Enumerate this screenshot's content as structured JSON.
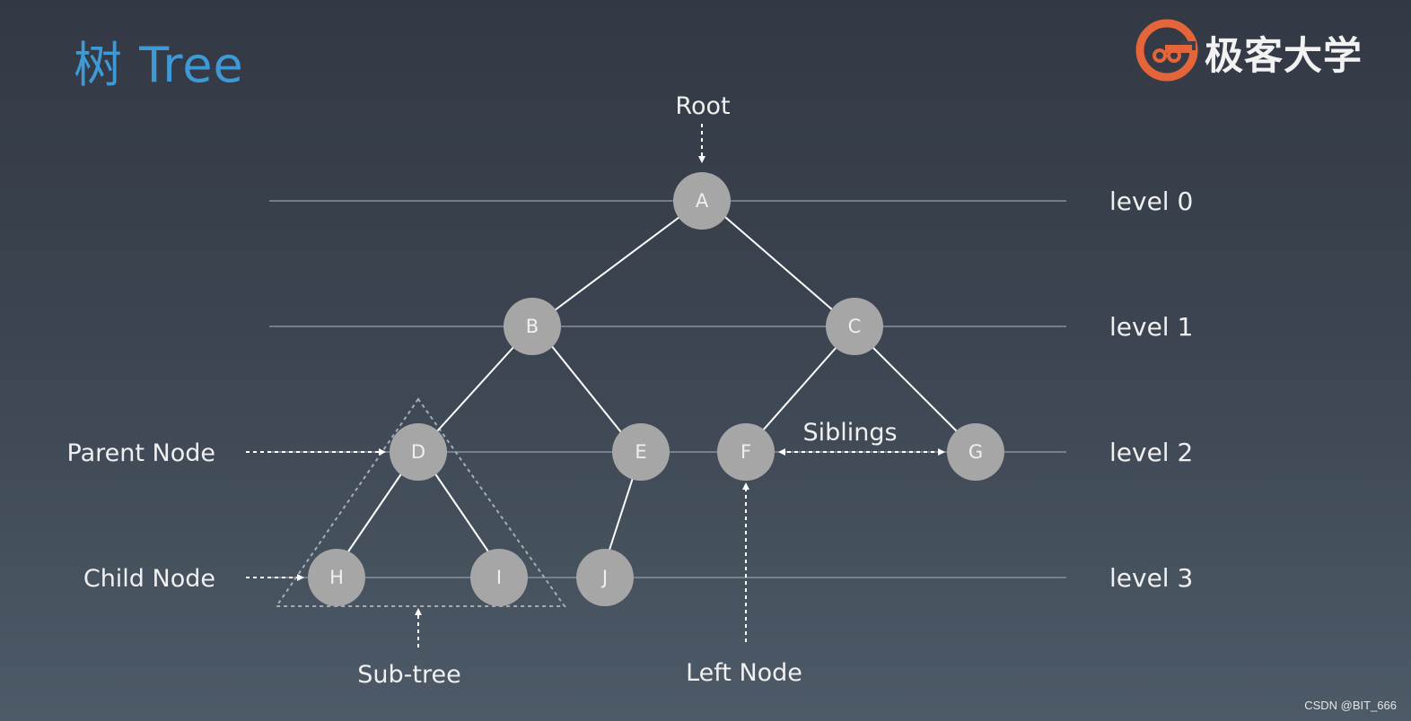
{
  "title": "树 Tree",
  "logo": {
    "text": "极客大学"
  },
  "watermark": "CSDN @BIT_666",
  "levels": [
    "level 0",
    "level 1",
    "level 2",
    "level 3"
  ],
  "nodes": [
    "A",
    "B",
    "C",
    "D",
    "E",
    "F",
    "G",
    "H",
    "I",
    "J"
  ],
  "annotations": {
    "root": "Root",
    "parent": "Parent Node",
    "child": "Child Node",
    "subtree": "Sub-tree",
    "left": "Left Node",
    "siblings": "Siblings"
  },
  "colors": {
    "title": "#3e9ad6",
    "node": "#a6a6a6",
    "logo": "#e4653a"
  }
}
